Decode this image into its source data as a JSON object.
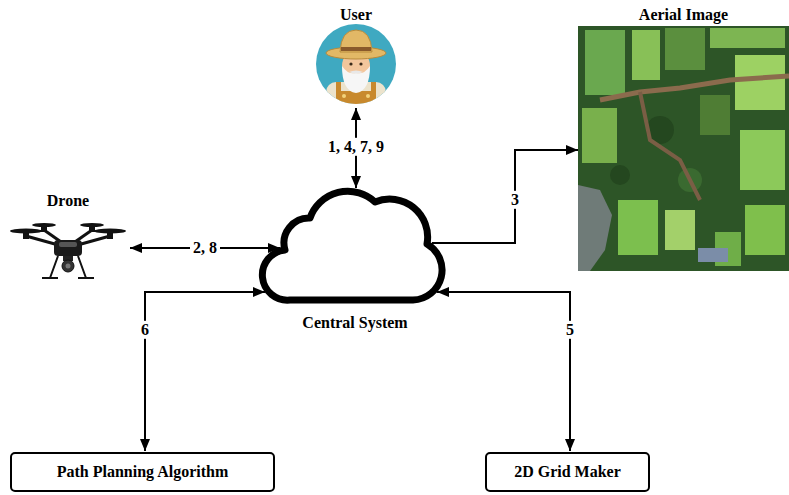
{
  "diagram": {
    "nodes": [
      {
        "text": [
          "User"
        ]
      },
      {
        "text": [
          "Aerial Image"
        ]
      },
      {
        "text": [
          "Drone"
        ]
      },
      {
        "text": [
          "Central System"
        ]
      },
      {
        "text": [
          "Path Planning Algorithm"
        ]
      },
      {
        "text": [
          "2D Grid Maker"
        ]
      }
    ],
    "edges": [
      {
        "from": 3,
        "to": 0,
        "label": "1, 4, 7, 9",
        "arrow": "both"
      },
      {
        "from": 2,
        "to": 3,
        "label": "2, 8",
        "arrow": "both"
      },
      {
        "from": 3,
        "to": 1,
        "label": "3",
        "arrow": "to"
      },
      {
        "from": 4,
        "to": 3,
        "label": "6",
        "arrow": "both"
      },
      {
        "from": 5,
        "to": 3,
        "label": "5",
        "arrow": "both"
      }
    ]
  }
}
